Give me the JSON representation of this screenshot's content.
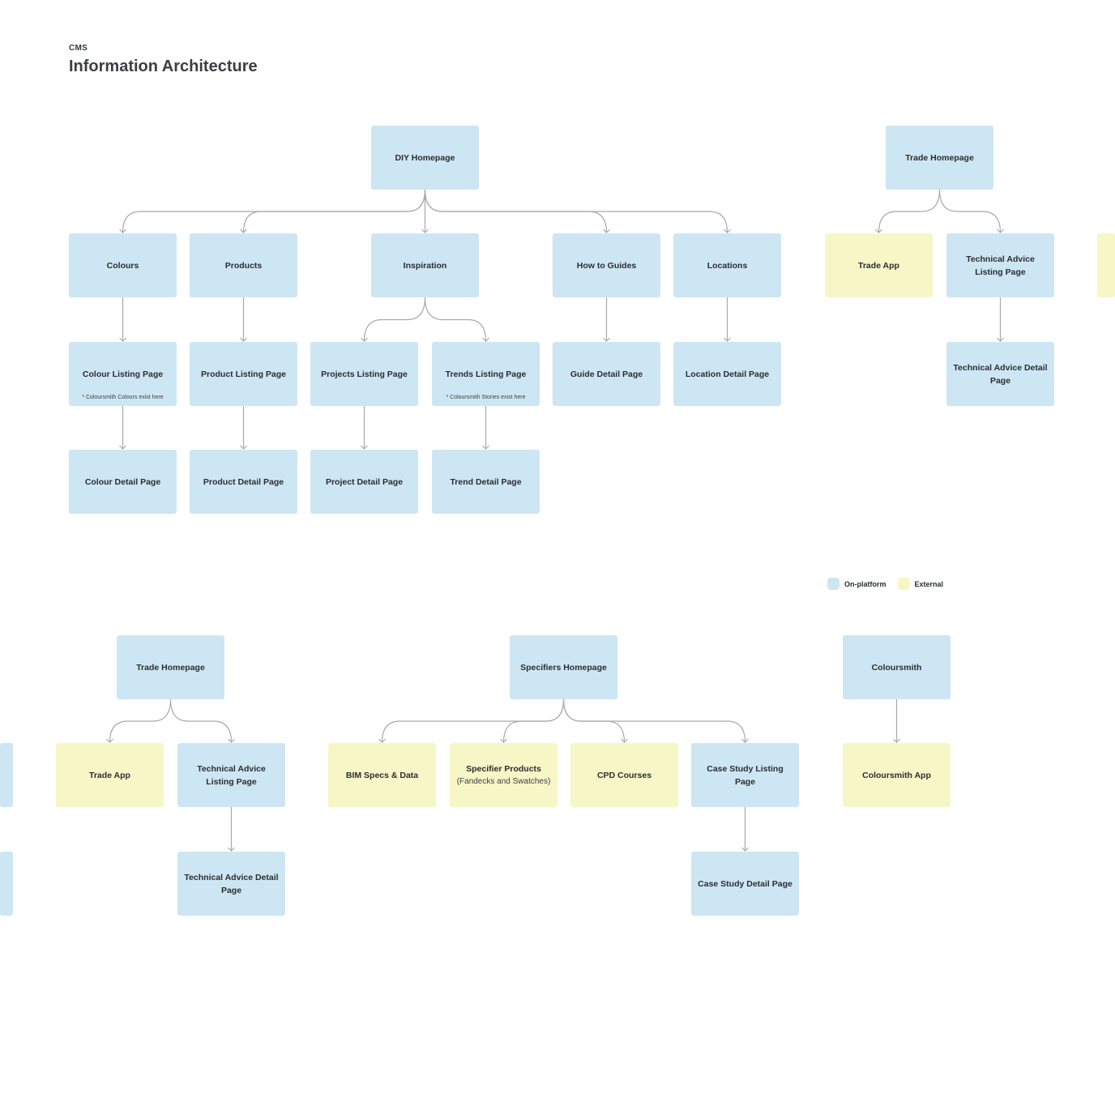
{
  "header": {
    "eyebrow": "CMS",
    "title": "Information Architecture"
  },
  "colors": {
    "on_platform": "#cde6f3",
    "external": "#f7f6c6",
    "connector": "#a9a9a9"
  },
  "legend": {
    "on_platform": "On-platform",
    "external": "External"
  },
  "nodes": {
    "diy_homepage": {
      "label": "DIY Homepage"
    },
    "colours": {
      "label": "Colours"
    },
    "products": {
      "label": "Products"
    },
    "inspiration": {
      "label": "Inspiration"
    },
    "how_to_guides": {
      "label": "How to Guides"
    },
    "locations": {
      "label": "Locations"
    },
    "colour_listing": {
      "label": "Colour Listing Page",
      "note": "* Coloursmith Colours exist here"
    },
    "product_listing": {
      "label": "Product Listing Page"
    },
    "projects_listing": {
      "label": "Projects Listing Page"
    },
    "trends_listing": {
      "label": "Trends Listing Page",
      "note": "* Coloursmith Stories exist here"
    },
    "guide_detail": {
      "label": "Guide Detail Page"
    },
    "location_detail": {
      "label": "Location Detail Page"
    },
    "colour_detail": {
      "label": "Colour Detail Page"
    },
    "product_detail": {
      "label": "Product Detail Page"
    },
    "project_detail": {
      "label": "Project Detail Page"
    },
    "trend_detail": {
      "label": "Trend Detail Page"
    },
    "trade_homepage_1": {
      "label": "Trade Homepage"
    },
    "trade_app_1": {
      "label": "Trade App"
    },
    "tech_listing_1": {
      "label": "Technical Advice Listing Page"
    },
    "tech_detail_1": {
      "label": "Technical Advice Detail Page"
    },
    "trade_homepage_2": {
      "label": "Trade Homepage"
    },
    "trade_app_2": {
      "label": "Trade App"
    },
    "tech_listing_2": {
      "label": "Technical Advice Listing Page"
    },
    "tech_detail_2": {
      "label": "Technical Advice Detail Page"
    },
    "specifiers_homepage": {
      "label": "Specifiers Homepage"
    },
    "bim_specs": {
      "label": "BIM Specs & Data"
    },
    "specifier_products": {
      "label": "Specifier Products",
      "sublabel": "(Fandecks and Swatches)"
    },
    "cpd_courses": {
      "label": "CPD Courses"
    },
    "case_study_listing": {
      "label": "Case Study Listing Page"
    },
    "case_study_detail": {
      "label": "Case Study Detail Page"
    },
    "coloursmith": {
      "label": "Coloursmith"
    },
    "coloursmith_app": {
      "label": "Coloursmith App"
    }
  }
}
